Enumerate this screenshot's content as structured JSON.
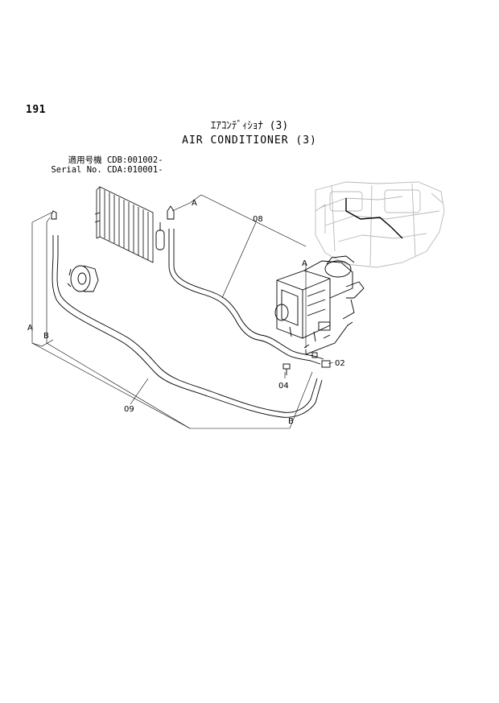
{
  "page_number": "191",
  "title_jp": "ｴｱｺﾝﾃﾞｨｼｮﾅ (3)",
  "title_en": "AIR CONDITIONER (3)",
  "serials": [
    {
      "label": "適用号機",
      "value": "CDB:001002-"
    },
    {
      "label": "Serial No.",
      "value": "CDA:010001-"
    }
  ],
  "part_labels": {
    "p08": "08",
    "p09": "09",
    "p02": "02",
    "p04": "04"
  },
  "connection_labels": {
    "a_top": "A",
    "a_right": "A",
    "a_left": "A",
    "b_left": "B",
    "b_bottom": "B"
  }
}
